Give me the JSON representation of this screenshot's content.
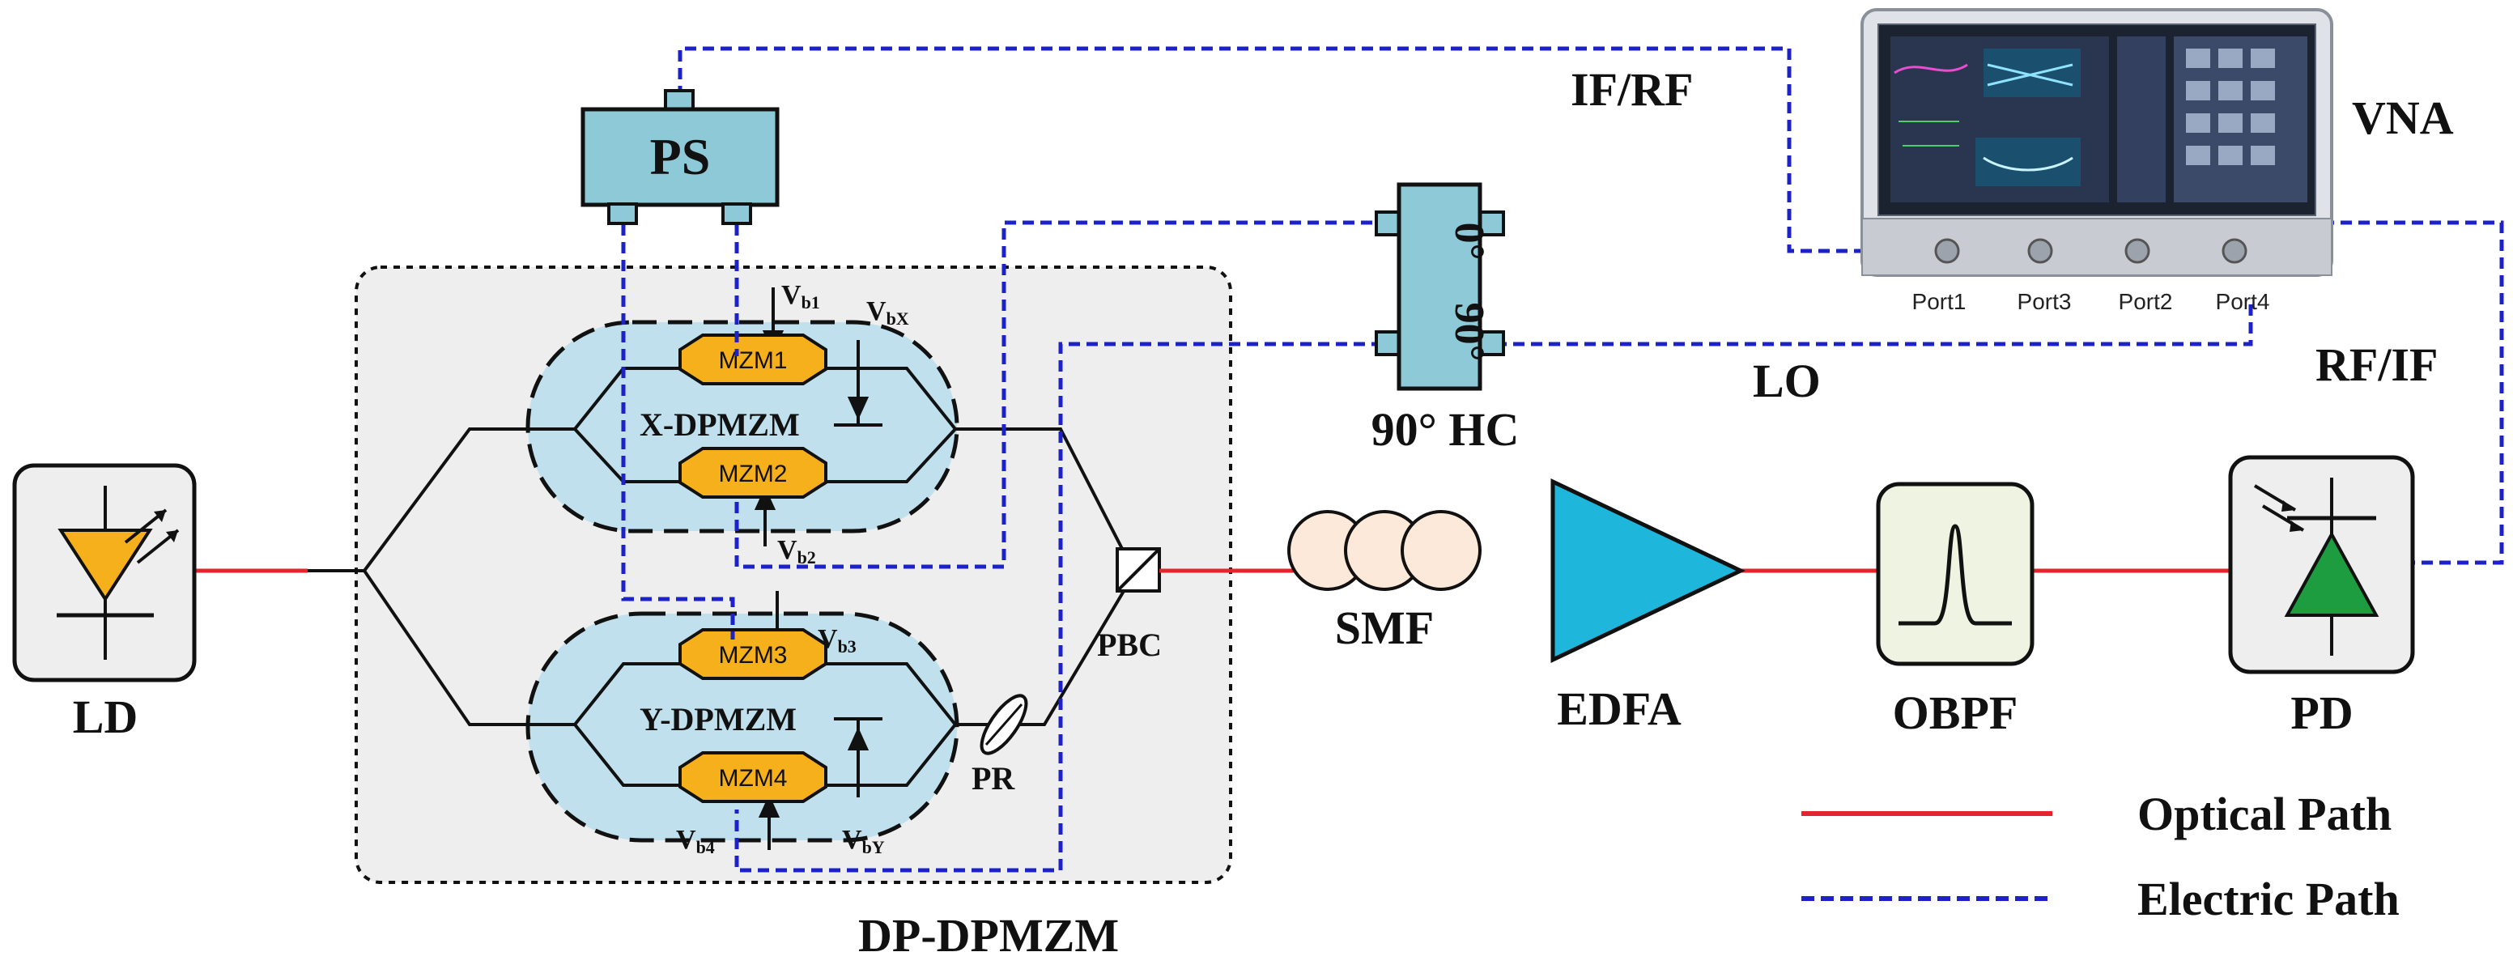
{
  "colors": {
    "optical": "#e4262c",
    "electric": "#1c22c8",
    "component_fill": "#8ec9d8",
    "mzm_fill": "#f5b01c",
    "modulator_cloud": "#bfe0ec",
    "laser_triangle": "#f5b01c",
    "edfa": "#1fb6dc",
    "pd_triangle": "#1e9c40",
    "device_box": "#eeeeee"
  },
  "labels": {
    "ld": "LD",
    "ps": "PS",
    "hybrid": "90° HC",
    "hybrid_port_0": "0°",
    "hybrid_port_90": "90°",
    "dp_dpmzm": "DP-DPMZM",
    "x_dpmzm": "X-DPMZM",
    "y_dpmzm": "Y-DPMZM",
    "mzm1": "MZM1",
    "mzm2": "MZM2",
    "mzm3": "MZM3",
    "mzm4": "MZM4",
    "pbc": "PBC",
    "pr": "PR",
    "smf": "SMF",
    "edfa": "EDFA",
    "obpf": "OBPF",
    "pd": "PD",
    "vna": "VNA",
    "if_rf": "IF/RF",
    "rf_if": "RF/IF",
    "lo": "LO",
    "port1": "Port1",
    "port3": "Port3",
    "port2": "Port2",
    "port4": "Port4"
  },
  "bias": {
    "vb1": {
      "main": "V",
      "sub": "b1"
    },
    "vbx": {
      "main": "V",
      "sub": "bX"
    },
    "vb2": {
      "main": "V",
      "sub": "b2"
    },
    "vb3": {
      "main": "V",
      "sub": "b3"
    },
    "vb4": {
      "main": "V",
      "sub": "b4"
    },
    "vby": {
      "main": "V",
      "sub": "bY"
    }
  },
  "legend": {
    "optical_path": "Optical Path",
    "electric_path": "Electric Path"
  }
}
